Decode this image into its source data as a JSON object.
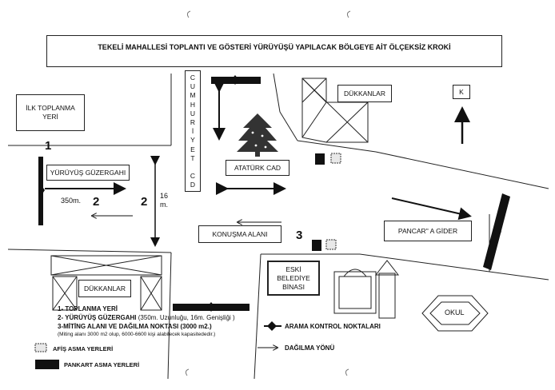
{
  "title": "TEKELİ MAHALLESİ TOPLANTI VE GÖSTERİ YÜRÜYÜŞÜ YAPILACAK BÖLGEYE AİT ÖLÇEKSİZ KROKİ",
  "street_vertical": [
    "C",
    "U",
    "M",
    "H",
    "U",
    "R",
    "İ",
    "Y",
    "E",
    "T",
    "",
    "C",
    "D"
  ],
  "labels": {
    "ilk_toplanma": "İLK TOPLANMA YERİ",
    "yuruyus": "YÜRÜYÜŞ GÜZERGAHI",
    "dukkanlar_top": "DÜKKANLAR",
    "dukkanlar_bottom": "DÜKKANLAR",
    "k": "K",
    "ataturk": "ATATÜRK CAD",
    "konusma": "KONUŞMA ALANI",
    "pancar": "PANCAR\" A GİDER",
    "eski_belediye": "ESKİ BELEDİYE BİNASI",
    "okul": "OKUL",
    "dist_350": "350m.",
    "dist_16": "16 m."
  },
  "numbers": {
    "n1": "1",
    "n2a": "2",
    "n2b": "2",
    "n3": "3"
  },
  "legend": {
    "item1": "1- TOPLANMA YERİ",
    "item2_bold": "2- YÜRÜYÜŞ GÜZERGAHI",
    "item2_rest": " (350m. Uzunluğu, 16m. Genişliği )",
    "item3": "3-MİTİNG ALANI VE DAĞILMA NOKTASI (3000 m2.)",
    "item3_note": "(Miting alanı 3000 m2 olup, 6000-6600 kişi alabilecek kapasitededir.)",
    "afis": "AFİŞ ASMA YERLERİ",
    "pankart": "PANKART ASMA YERLERİ",
    "arama": "ARAMA KONTROL NOKTALARI",
    "dagilma": "DAĞILMA YÖNÜ"
  },
  "colors": {
    "ink": "#111111",
    "pankart": "#111111",
    "afis_fill": "#e8e8e8"
  }
}
